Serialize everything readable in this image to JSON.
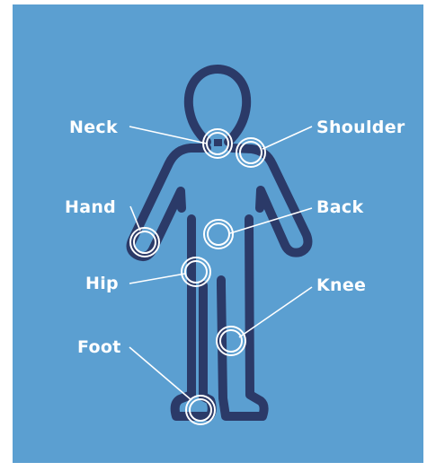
{
  "colors": {
    "background": "#5b9fd1",
    "figure_outline": "#2b3a68",
    "text": "#ffffff",
    "leader_line": "#ffffff"
  },
  "labels": {
    "neck": "Neck",
    "shoulder": "Shoulder",
    "hand": "Hand",
    "back": "Back",
    "hip": "Hip",
    "knee": "Knee",
    "foot": "Foot"
  }
}
